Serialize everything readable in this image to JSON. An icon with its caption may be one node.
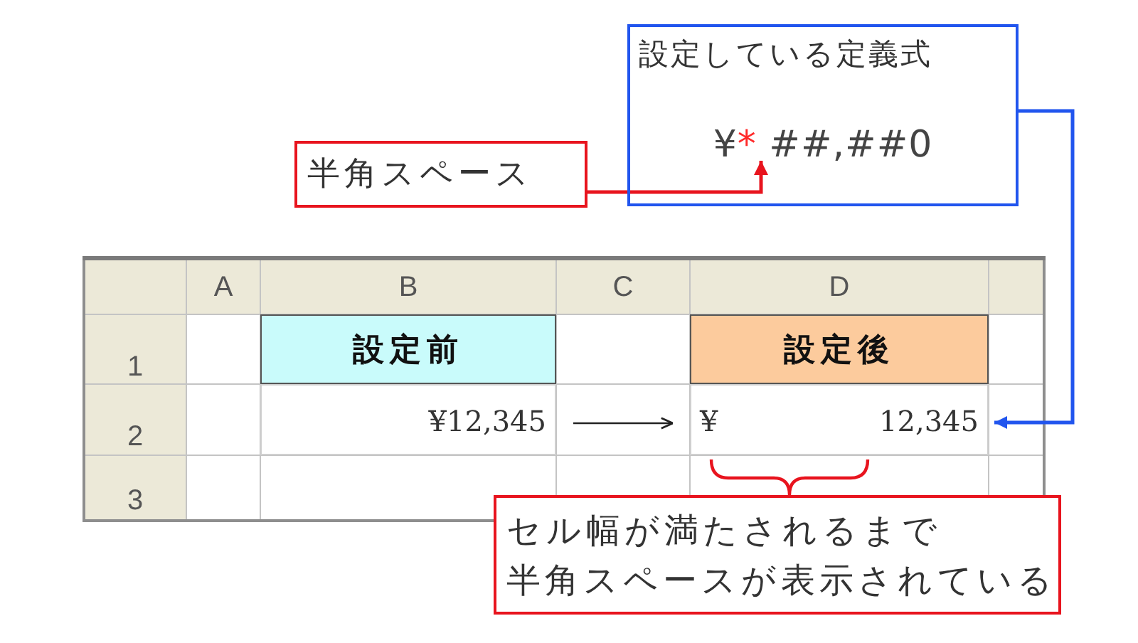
{
  "diagram": {
    "nodes": [
      {
        "text": [
          "設定している定義式",
          "¥* ##,##0"
        ]
      },
      {
        "text": [
          "半角スペース"
        ]
      },
      {
        "text": [
          "設定前"
        ]
      },
      {
        "text": [
          "設定後"
        ]
      },
      {
        "text": [
          "¥12,345"
        ]
      },
      {
        "text": [
          "¥",
          "12,345"
        ]
      },
      {
        "text": [
          "セル幅が満たされるまで半角スペースが表示されている"
        ]
      }
    ],
    "edges": [
      {
        "from": 1,
        "to": 0,
        "arrow": "to",
        "color": "#e8141e"
      },
      {
        "from": 0,
        "to": 5,
        "arrow": "to",
        "color": "#2155ee"
      },
      {
        "from": 4,
        "to": 5,
        "arrow": "to",
        "color": "#222222"
      }
    ],
    "labels": [
      "A",
      "B",
      "C",
      "D",
      "1",
      "2",
      "3"
    ]
  }
}
